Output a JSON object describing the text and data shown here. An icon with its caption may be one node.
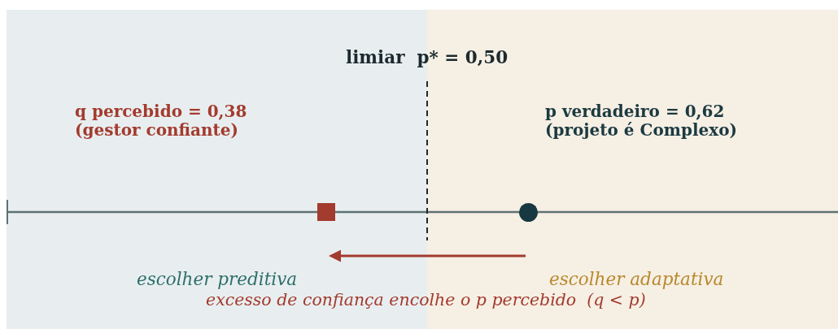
{
  "diagram": {
    "nodes": [
      {
        "text": [
          "escolher preditiva"
        ]
      },
      {
        "text": [
          "escolher adaptativa"
        ]
      },
      {
        "text": [],
        "shape": "box",
        "in": 0
      },
      {
        "text": [],
        "shape": "circle",
        "in": 1
      }
    ],
    "edges": [],
    "labels": [
      "limiar  p* = 0,50",
      "q percebido = 0,38 (gestor confiante)",
      "p verdadeiro = 0,62 (projeto é Complexo)",
      "excesso de confiança encolhe o p percebido  (q < p)"
    ]
  }
}
